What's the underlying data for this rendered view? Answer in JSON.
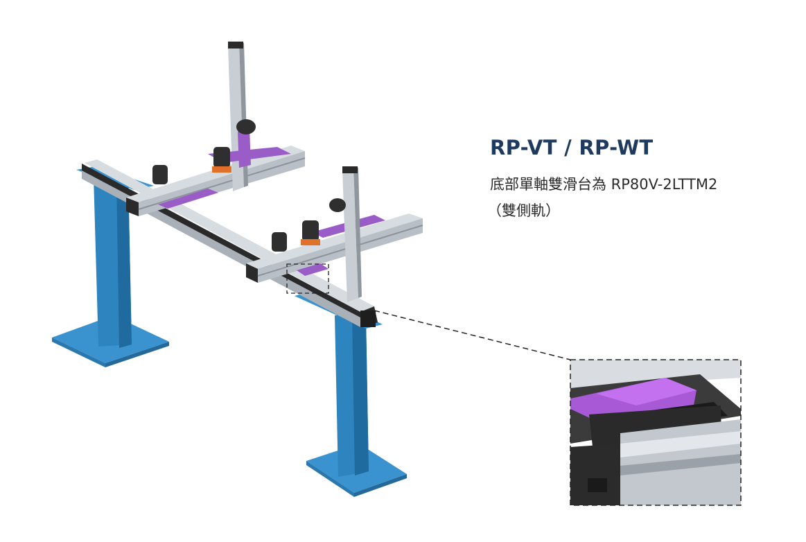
{
  "caption": {
    "title": "RP-VT / RP-WT",
    "description_line1": "底部單軸雙滑台為 RP80V-2LTTM2",
    "description_line2": "（雙側軌）"
  },
  "colors": {
    "stand": "#2e84be",
    "stand_dark": "#1f6a9e",
    "base": "#3a93cf",
    "profile": "#b9bfc6",
    "profile_light": "#d7dce1",
    "profile_dark": "#2a2a2a",
    "carriage": "#9a5cc7",
    "motor": "#2f2f2f",
    "accent": "#e0702a",
    "title": "#1f3a5f"
  },
  "icons": [
    "motor-icon",
    "zoom-callout"
  ]
}
